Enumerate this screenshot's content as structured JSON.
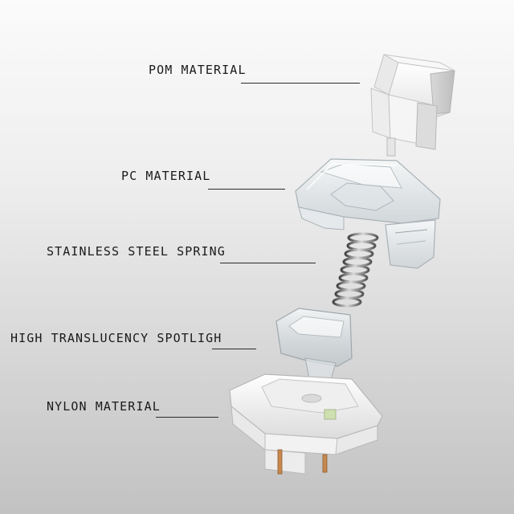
{
  "labels": {
    "pom": "POM MATERIAL",
    "pc": "PC MATERIAL",
    "spring": "STAINLESS STEEL SPRING",
    "light": "HIGH TRANSLUCENCY SPOTLIGH",
    "nylon": "NYLON MATERIAL"
  },
  "colors": {
    "background_top": "#fbfbfb",
    "background_bottom": "#c2c2c2",
    "text": "#1a1a1a",
    "pom_white": "#f4f4f4",
    "pc_clear": "#e6ebee",
    "spring_metal": "#7a7a7a",
    "nylon_white": "#f7f7f7",
    "pins_copper": "#c7884f",
    "led_green": "#cfe0b0"
  }
}
